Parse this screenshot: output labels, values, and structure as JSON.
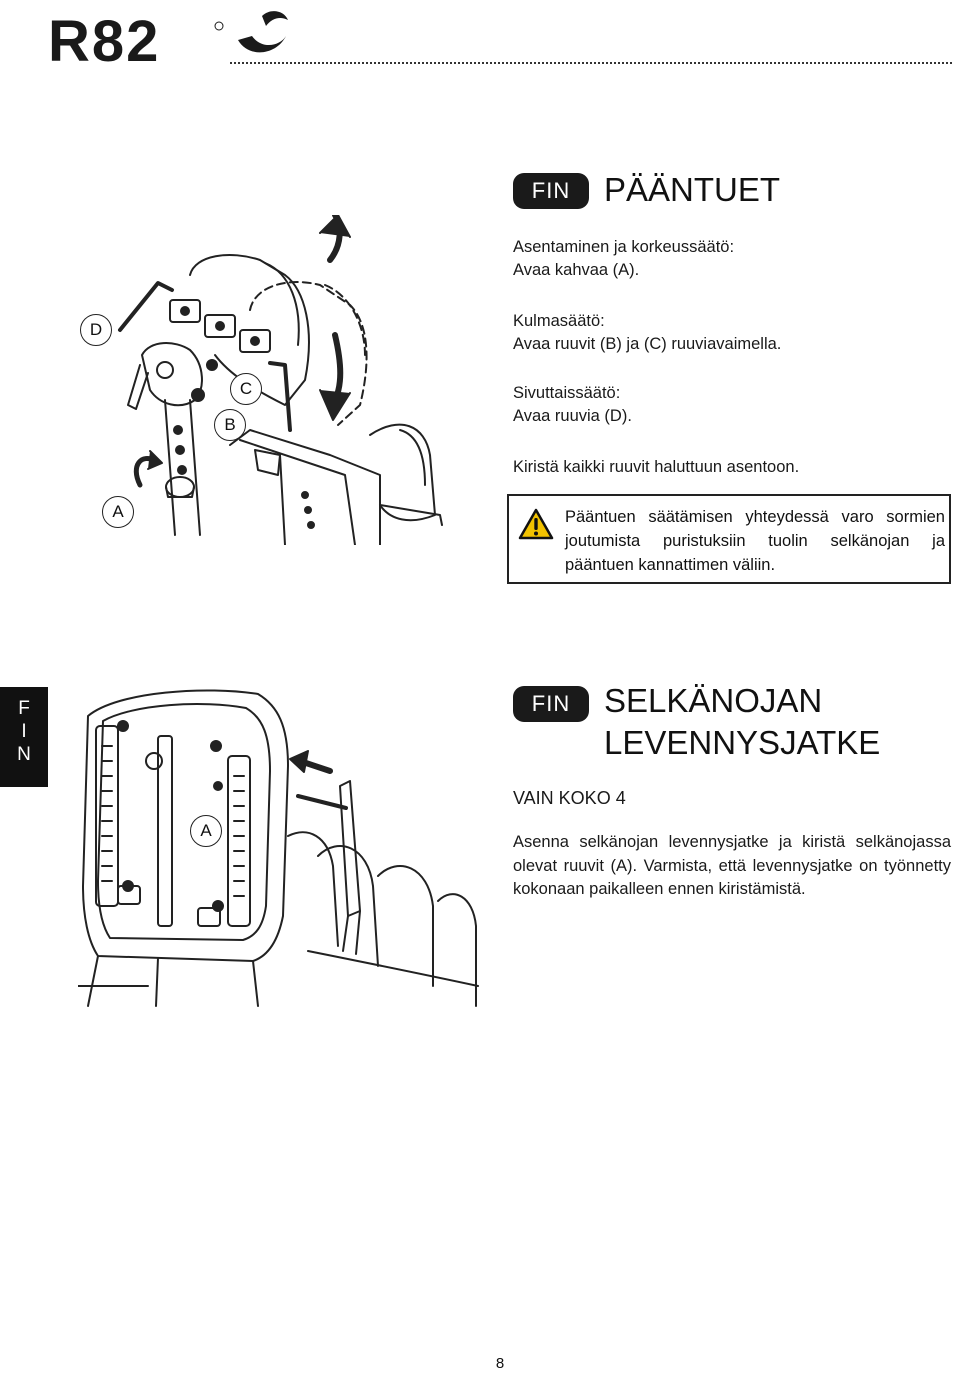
{
  "header": {
    "brand": "R82"
  },
  "section1": {
    "badge": "FIN",
    "title": "PÄÄNTUET",
    "instructions": [
      "Asentaminen ja korkeussäätö:",
      "Avaa kahvaa (A).",
      "Kulmasäätö:",
      "Avaa ruuvit (B) ja (C) ruuviavaimella.",
      "Sivuttaissäätö:",
      "Avaa ruuvia (D).",
      "Kiristä kaikki ruuvit haluttuun asentoon."
    ],
    "warning": "Pääntuen säätämisen yhteydessä varo sormien joutumista puristuksiin tuolin selkänojan ja pääntuen kannattimen väliin.",
    "callouts": {
      "a": "A",
      "b": "B",
      "c": "C",
      "d": "D"
    }
  },
  "side_tab": {
    "letters": [
      "F",
      "I",
      "N"
    ]
  },
  "section2": {
    "badge": "FIN",
    "title_line1": "SELKÄNOJAN",
    "title_line2": "LEVENNYSJATKE",
    "subtitle": "VAIN KOKO 4",
    "body": "Asenna selkänojan levennysjatke ja kiristä selkänojassa olevat ruuvit (A). Varmista, että levennysjatke on työnnetty kokonaan paikalleen ennen kiristämistä.",
    "callout_a": "A"
  },
  "footer": {
    "page_number": "8"
  },
  "colors": {
    "badge_bg": "#1a1a1a",
    "text": "#111111",
    "line_art": "#222222"
  }
}
